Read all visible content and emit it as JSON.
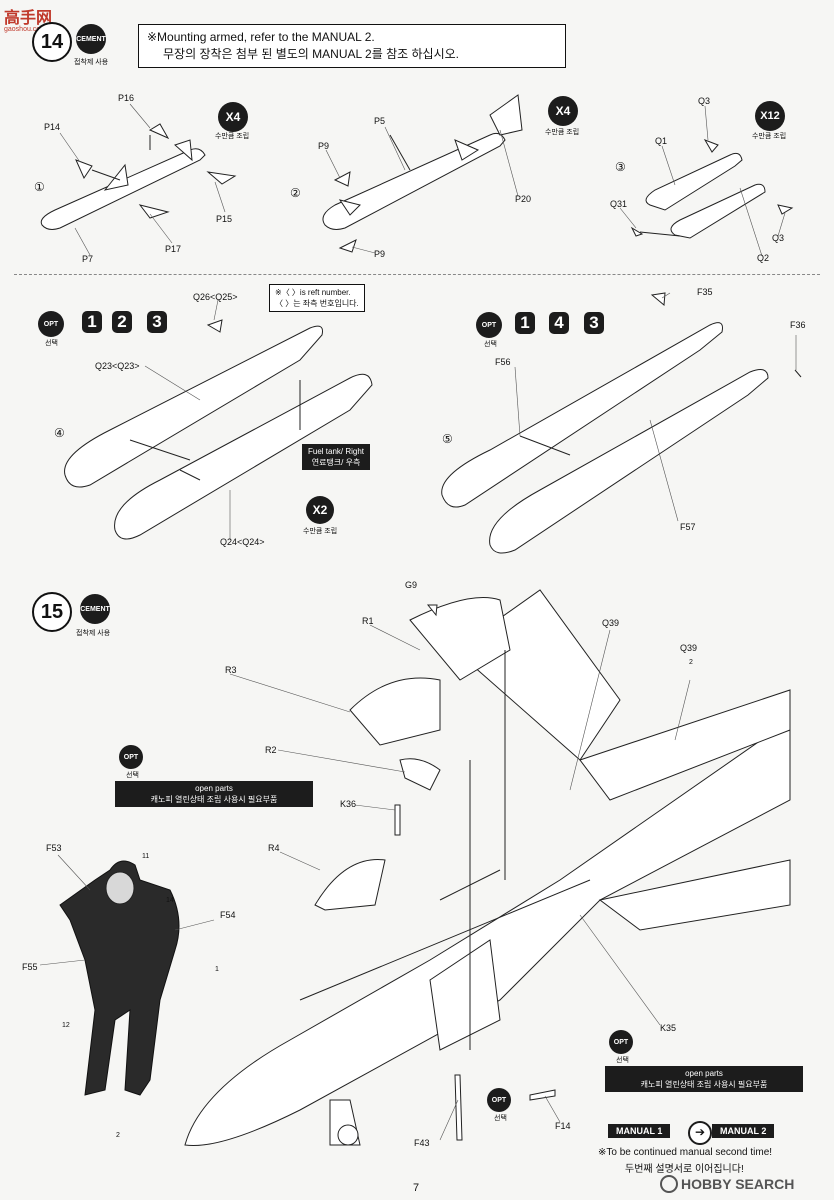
{
  "header": {
    "logo_text": "高手网",
    "logo_url": "gaoshou.com.cn",
    "step14_number": "14",
    "step15_number": "15",
    "cement_label": "CEMENT",
    "cement_caption": "접착제 사용",
    "note_line1": "※Mounting armed, refer to the  MANUAL 2.",
    "note_line2": "무장의 장착은 첨부 된 별도의 MANUAL 2를 참조 하십시오."
  },
  "step14": {
    "assembly1": {
      "marker": "①",
      "count": "X4",
      "count_caption": "수만큼 조립",
      "parts": [
        "P16",
        "P14",
        "P15",
        "P17",
        "P7"
      ]
    },
    "assembly2": {
      "marker": "②",
      "count": "X4",
      "count_caption": "수만큼 조립",
      "parts": [
        "P5",
        "P9",
        "P20",
        "P9"
      ]
    },
    "assembly3": {
      "marker": "③",
      "count": "X12",
      "count_caption": "수만큼 조립",
      "parts": [
        "Q3",
        "Q1",
        "Q31",
        "Q3",
        "Q2"
      ]
    },
    "assembly4": {
      "marker": "④",
      "opt": "OPT",
      "opt_caption": "선택",
      "nums": [
        "1",
        "2",
        "3"
      ],
      "ref_note_line1": "※〈 〉is reft number.",
      "ref_note_line2": "〈 〉는 좌측 번호입니다.",
      "parts": [
        "Q26<Q25>",
        "Q23<Q23>",
        "Q24<Q24>"
      ],
      "fuel_tank_en": "Fuel tank/ Right",
      "fuel_tank_ko": "연료탱크/ 우측",
      "count": "X2",
      "count_caption": "수만큼 조립"
    },
    "assembly5": {
      "marker": "⑤",
      "opt": "OPT",
      "opt_caption": "선택",
      "nums": [
        "1",
        "4",
        "3"
      ],
      "parts": [
        "F35",
        "F36",
        "F56",
        "F57"
      ]
    }
  },
  "step15": {
    "parts": [
      "G9",
      "R1",
      "Q39",
      "Q39",
      "R3",
      "R2",
      "K36",
      "R4",
      "F53",
      "F54",
      "F55",
      "K35",
      "F43",
      "F14"
    ],
    "opt": "OPT",
    "opt_caption": "선택",
    "open_parts_en": "open parts",
    "open_parts_ko": "캐노피 열린상태 조립 사용시 필요부품",
    "paint_markers": [
      "11",
      "14",
      "1",
      "12",
      "2",
      "2"
    ]
  },
  "footer": {
    "manual1": "MANUAL 1",
    "manual2": "MANUAL 2",
    "continued_en": "※To be continued manual second time!",
    "continued_ko": "두번째 설명서로 이어집니다!",
    "page_number": "7",
    "watermark": "HOBBY SEARCH"
  }
}
